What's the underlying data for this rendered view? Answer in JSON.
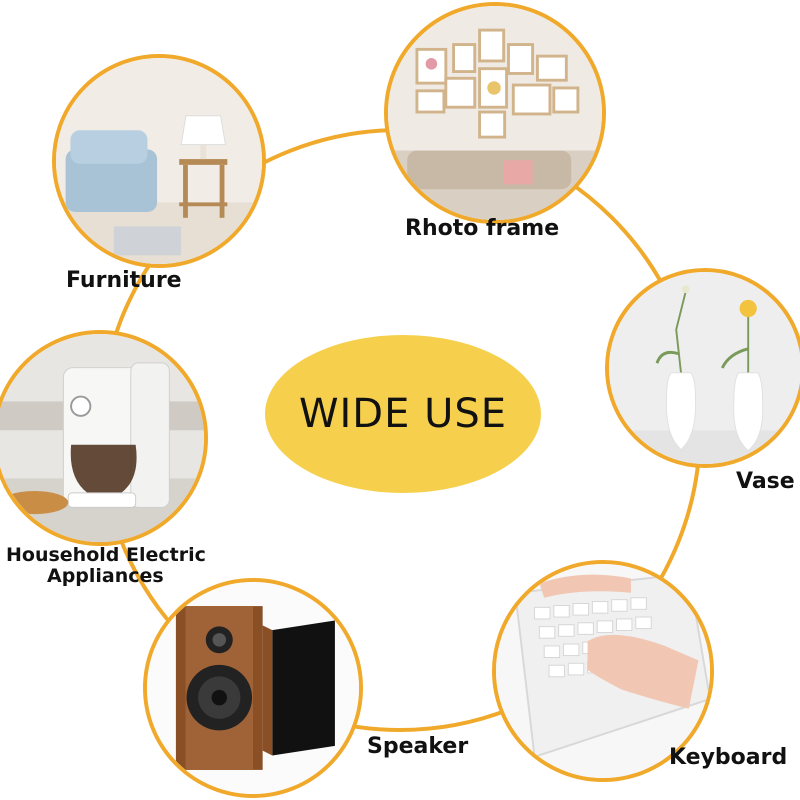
{
  "center": {
    "text": "WIDE USE"
  },
  "items": {
    "photo_frame": {
      "label": "Rhoto frame"
    },
    "furniture": {
      "label": "Furniture"
    },
    "vase": {
      "label": "Vase"
    },
    "appliances": {
      "label_line1": "Household Electric",
      "label_line2": "Appliances"
    },
    "keyboard": {
      "label": "Keyboard"
    },
    "speaker": {
      "label": "Speaker"
    }
  },
  "colors": {
    "ring": "#f0a92a",
    "center_fill": "#f6d04d"
  }
}
